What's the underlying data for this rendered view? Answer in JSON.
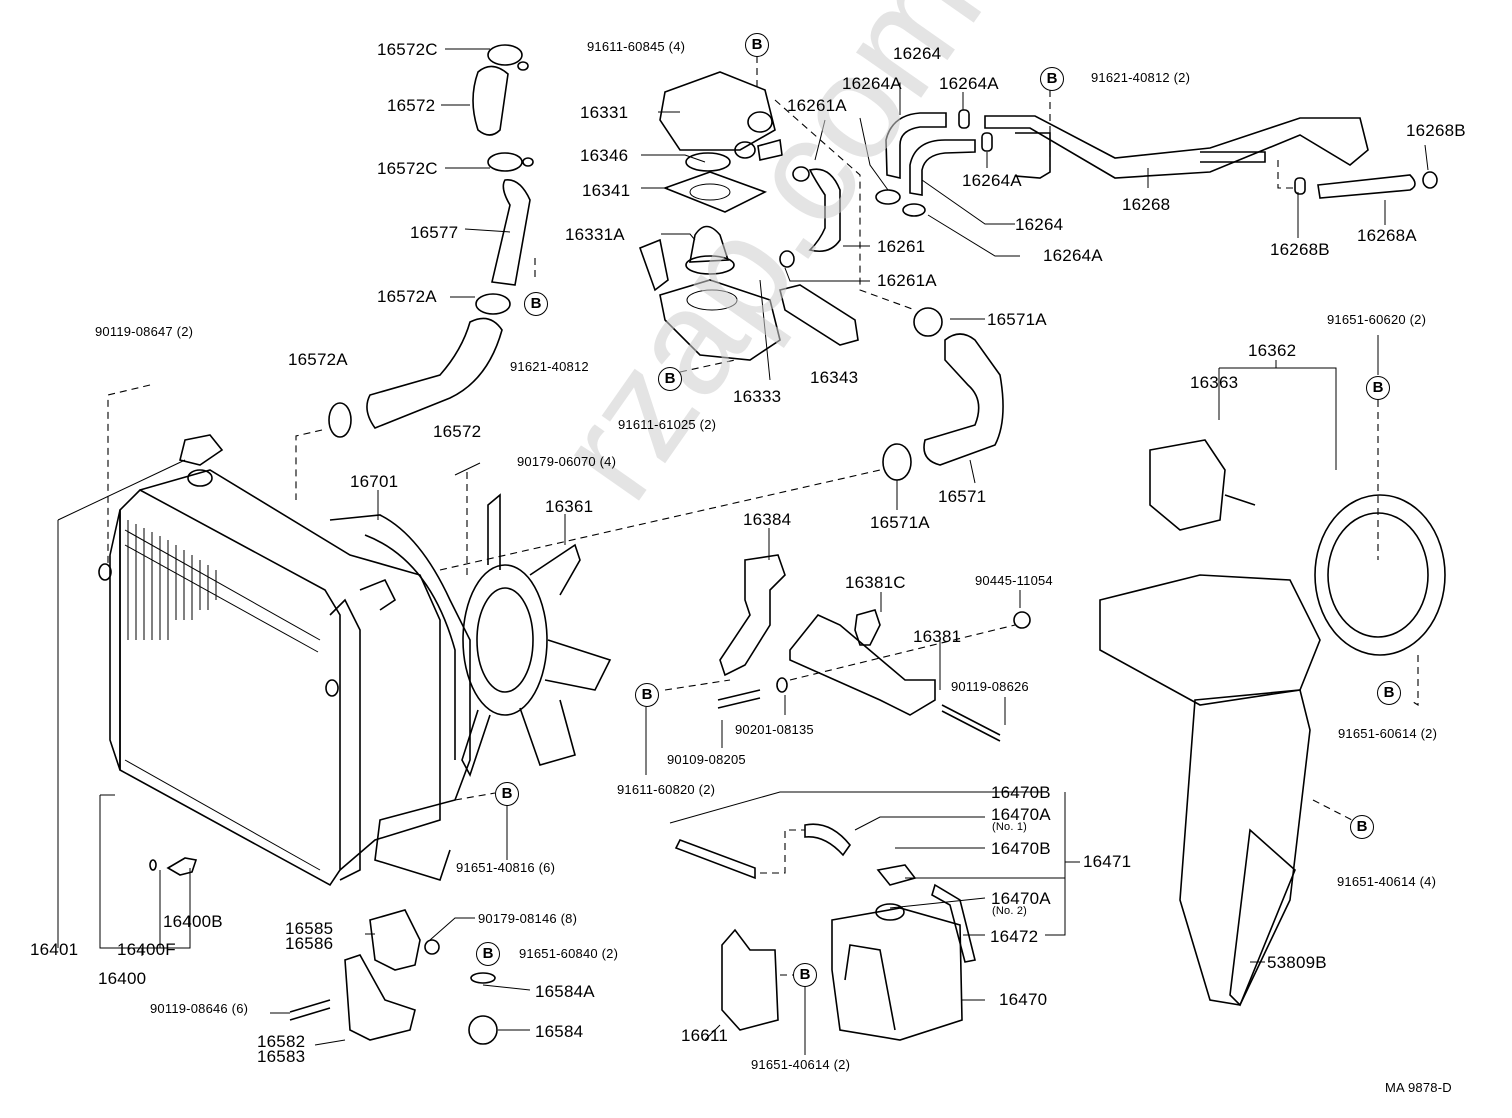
{
  "diagram": {
    "type": "exploded parts diagram",
    "subject": "radiator, cooling fan and water outlet assembly",
    "catalog_code": "MA 9878-D",
    "watermark": "rzap.com",
    "bolt_symbol": "B"
  },
  "labels": {
    "p16572C_top": "16572C",
    "p16572_top": "16572",
    "p16572C_mid": "16572C",
    "p16577": "16577",
    "p16572A_right": "16572A",
    "b_91621_40812_left": "91621-40812",
    "p90119_08647": "90119-08647 (2)",
    "p16572A_left": "16572A",
    "p16572_bottom": "16572",
    "b_91611_60845": "91611-60845 (4)",
    "p16331": "16331",
    "p16346": "16346",
    "p16341": "16341",
    "p16331A": "16331A",
    "p16333": "16333",
    "b_91611_61025": "91611-61025 (2)",
    "p16343": "16343",
    "p16261A_top": "16261A",
    "p16261": "16261",
    "p16261A_bottom": "16261A",
    "p16264_top": "16264",
    "p16264A_topleft": "16264A",
    "p16264A_topright": "16264A",
    "p16264A_midright": "16264A",
    "p16264_mid": "16264",
    "p16264A_bottom": "16264A",
    "b_91621_40812_right": "91621-40812 (2)",
    "p16268": "16268",
    "p16268B_right": "16268B",
    "p16268B_left": "16268B",
    "p16268A": "16268A",
    "p16571A_top": "16571A",
    "p16571": "16571",
    "p16571A_bottom": "16571A",
    "b_91651_60620": "91651-60620 (2)",
    "p16362": "16362",
    "p16363": "16363",
    "p16701": "16701",
    "p90179_06070": "90179-06070 (4)",
    "p16361": "16361",
    "p16384": "16384",
    "p16381C": "16381C",
    "p90445_11054": "90445-11054",
    "p16381": "16381",
    "p90119_08626": "90119-08626",
    "p90201_08135": "90201-08135",
    "p90109_08205": "90109-08205",
    "b_91611_60820": "91611-60820 (2)",
    "b_91651_60614_right": "91651-60614 (2)",
    "b_91651_40816": "91651-40816 (6)",
    "p16470B_top": "16470B",
    "p16470A_no1": "16470A",
    "p16470A_no1_note": "(No. 1)",
    "p16470B_mid": "16470B",
    "p16471": "16471",
    "p16470A_no2": "16470A",
    "p16470A_no2_note": "(No. 2)",
    "p16472": "16472",
    "p16470": "16470",
    "p16611": "16611",
    "b_91651_40614_bottom": "91651-40614 (2)",
    "b_91651_40614_right": "91651-40614 (4)",
    "p53809B": "53809B",
    "p16401": "16401",
    "p16400F": "16400F",
    "p16400B": "16400B",
    "p16400": "16400",
    "p16585": "16585",
    "p16586": "16586",
    "p90179_08146": "90179-08146 (8)",
    "b_91651_60840": "91651-60840 (2)",
    "p16584A": "16584A",
    "p16584": "16584",
    "p90119_08646": "90119-08646 (6)",
    "p16582": "16582",
    "p16583": "16583"
  }
}
